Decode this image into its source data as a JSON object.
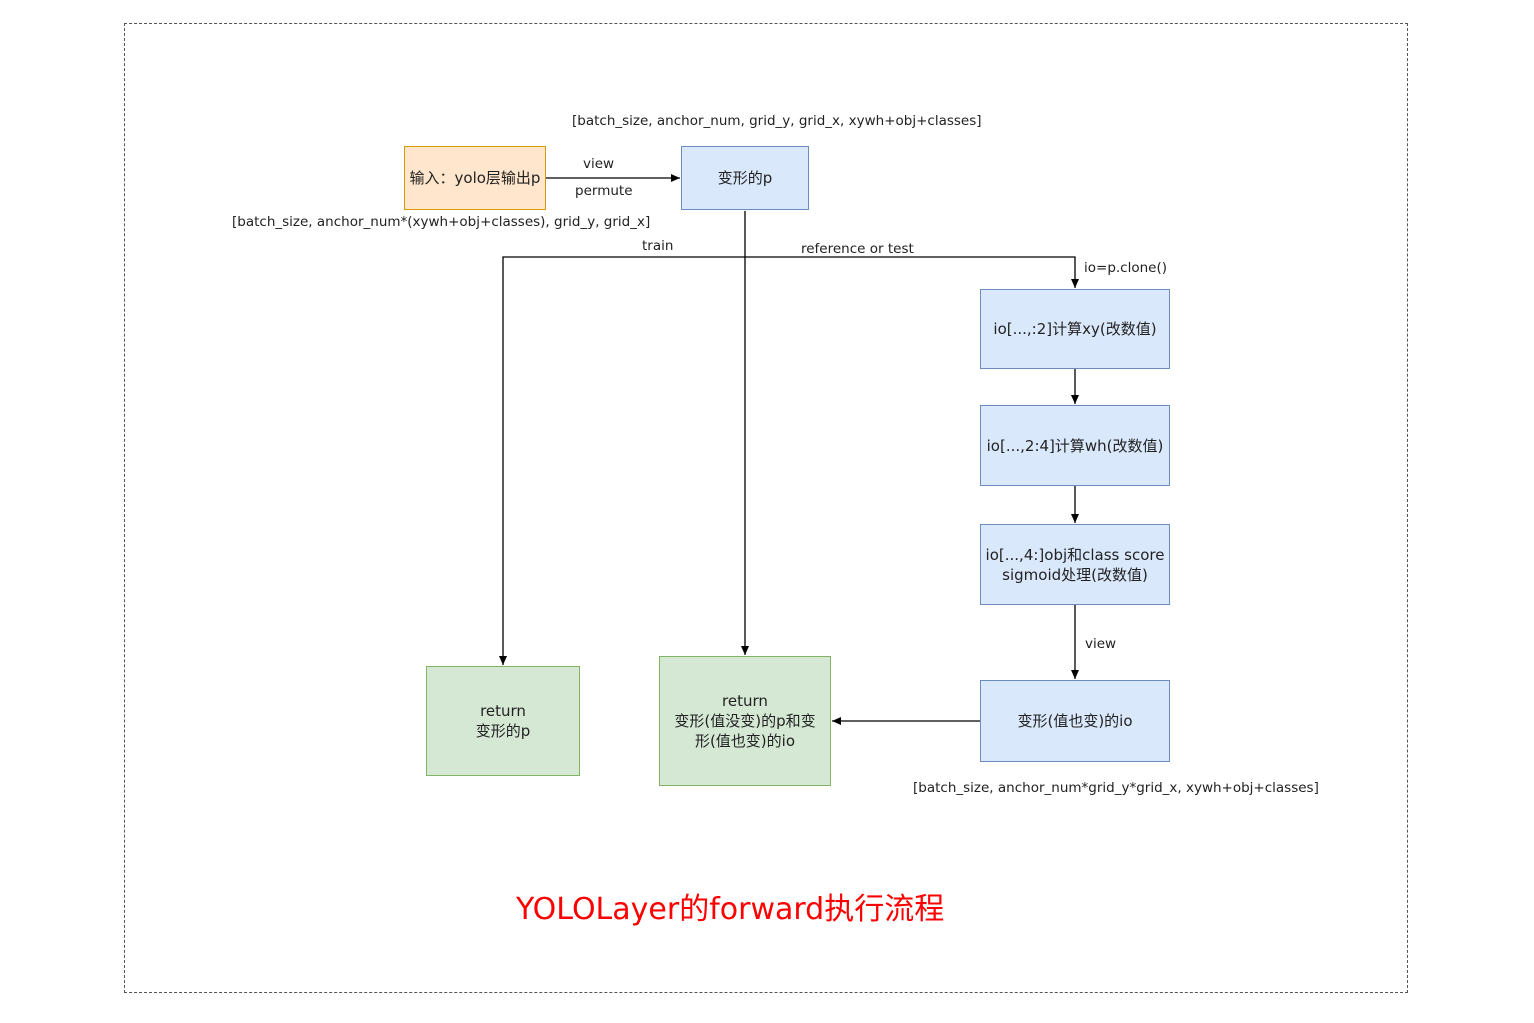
{
  "nodes": {
    "input": "输入：yolo层输出p",
    "reshaped_p": "变形的p",
    "calc_xy": "io[...,:2]计算xy(改数值)",
    "calc_wh": "io[...,2:4]计算wh(改数值)",
    "sigmoid": "io[...,4:]obj和class score\nsigmoid处理(改数值)",
    "reshaped_io": "变形(值也变)的io",
    "return_train": "return\n变形的p",
    "return_test": "return\n变形(值没变)的p和变\n形(值也变)的io"
  },
  "labels": {
    "shape_top": "[batch_size, anchor_num, grid_y, grid_x, xywh+obj+classes]",
    "shape_input": "[batch_size,  anchor_num*(xywh+obj+classes), grid_y, grid_x]",
    "shape_bottom": "[batch_size, anchor_num*grid_y*grid_x, xywh+obj+classes]",
    "edge_view": "view",
    "edge_permute": "permute",
    "edge_train": "train",
    "edge_ref_test": "reference or test",
    "edge_clone": "io=p.clone()",
    "edge_view2": "view"
  },
  "title": "YOLOLayer的forward执行流程",
  "colors": {
    "blue_fill": "#dae8fc",
    "blue_stroke": "#6c8ebf",
    "orange_fill": "#ffe6cc",
    "orange_stroke": "#d79b00",
    "green_fill": "#d5e8d4",
    "green_stroke": "#82b366",
    "title": "#ff0000"
  }
}
